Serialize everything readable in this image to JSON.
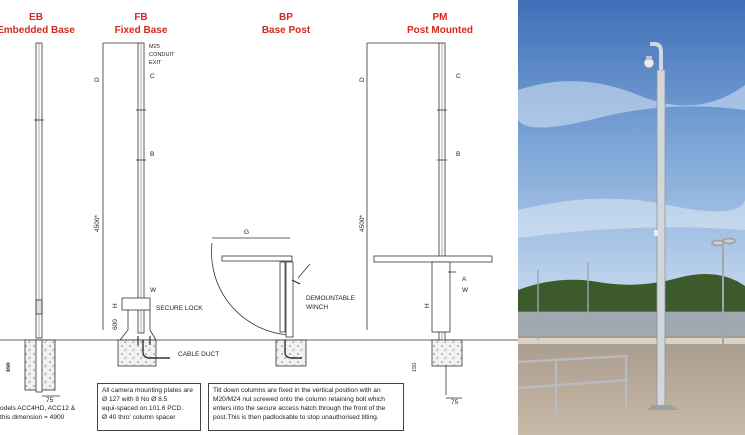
{
  "columns": [
    {
      "code": "EB",
      "name": "Embedded Base"
    },
    {
      "code": "FB",
      "name": "Fixed Base"
    },
    {
      "code": "BP",
      "name": "Base Post"
    },
    {
      "code": "PM",
      "name": "Post Mounted"
    }
  ],
  "dims": {
    "d": "D",
    "c": "C",
    "b": "B",
    "w": "W",
    "h": "H",
    "a": "A",
    "g": "G",
    "height_4500": "4500*",
    "d600": "600",
    "d150": "150",
    "d75": "75"
  },
  "labels": {
    "conduit": [
      "M25",
      "CONDUIT",
      "EXIT"
    ],
    "secure_lock": "SECURE LOCK",
    "cable_duct": "CABLE DUCT",
    "winch": [
      "DEMOUNTABLE",
      "WINCH"
    ]
  },
  "notes": {
    "models": [
      "odels ACC4HD, ACC12 &",
      "this dimension = 4900"
    ],
    "plates": [
      "All camera mounting plates are",
      "Ø 127 with 8 No Ø 8.5",
      "equi-spaced on 101.6 PCD.",
      "Ø 40 thro' column spacer"
    ],
    "tilt": [
      "Tilt down columns are fixed in the vertical position with an",
      "M20/M24 nut screwed onto the column retaining bolt which",
      "enters into the secure access hatch through the front of the",
      "post.This is then padlockable to stop unauthorised tilting."
    ]
  }
}
